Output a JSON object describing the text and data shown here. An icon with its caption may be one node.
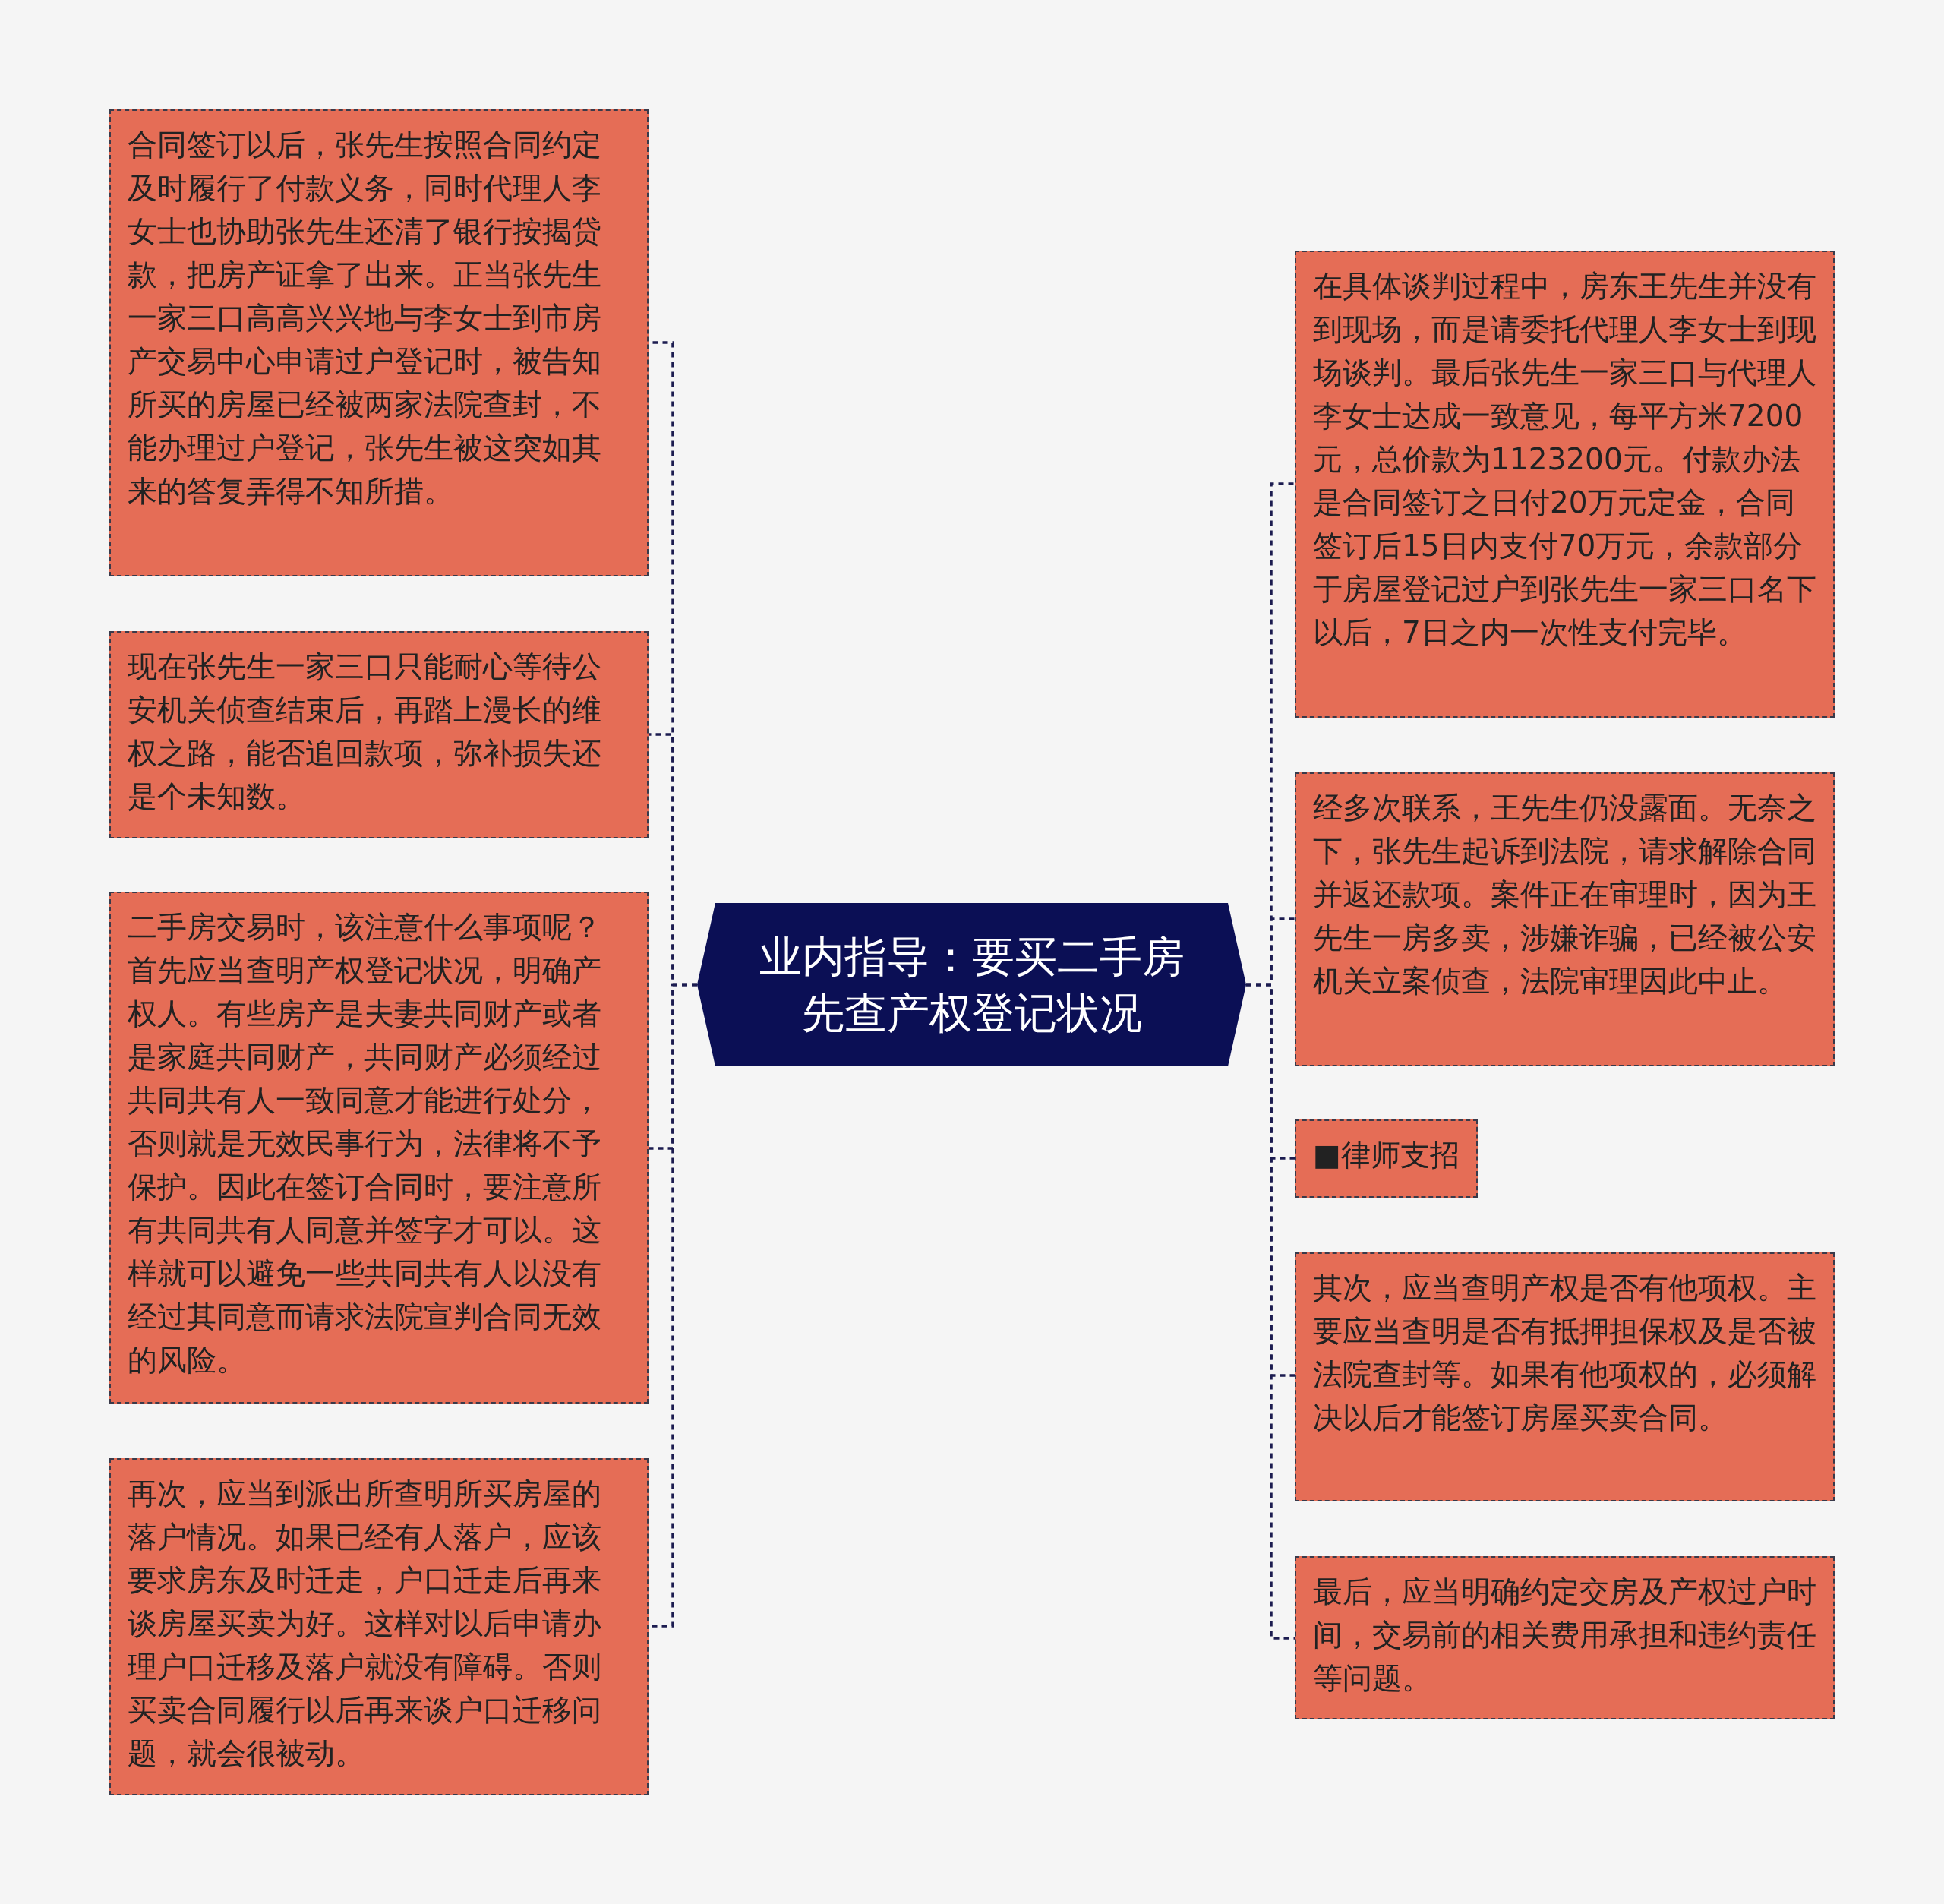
{
  "diagram": {
    "nodes": [
      {
        "text": [
          "业内指导：要买二手房先查产权登记状况"
        ]
      },
      {
        "text": [
          "合同签订以后，张先生按照合同约定及时履行了付款义务，同时代理人李女士也协助张先生还清了银行按揭贷款，把房产证拿了出来。正当张先生一家三口高高兴兴地与李女士到市房产交易中心申请过户登记时，被告知所买的房屋已经被两家法院查封，不能办理过户登记，张先生被这突如其来的答复弄得不知所措。"
        ]
      },
      {
        "text": [
          "现在张先生一家三口只能耐心等待公安机关侦查结束后，再踏上漫长的维权之路，能否追回款项，弥补损失还是个未知数。"
        ]
      },
      {
        "text": [
          "二手房交易时，该注意什么事项呢？首先应当查明产权登记状况，明确产权人。有些房产是夫妻共同财产或者是家庭共同财产，共同财产必须经过共同共有人一致同意才能进行处分，否则就是无效民事行为，法律将不予保护。因此在签订合同时，要注意所有共同共有人同意并签字才可以。这样就可以避免一些共同共有人以没有经过其同意而请求法院宣判合同无效的风险。"
        ]
      },
      {
        "text": [
          "再次，应当到派出所查明所买房屋的落户情况。如果已经有人落户，应该要求房东及时迁走，户口迁走后再来谈房屋买卖为好。这样对以后申请办理户口迁移及落户就没有障碍。否则买卖合同履行以后再来谈户口迁移问题，就会很被动。"
        ]
      },
      {
        "text": [
          "在具体谈判过程中，房东王先生并没有到现场，而是请委托代理人李女士到现场谈判。最后张先生一家三口与代理人李女士达成一致意见，每平方米7200元，总价款为1123200元。付款办法是合同签订之日付20万元定金，合同签订后15日内支付70万元，余款部分于房屋登记过户到张先生一家三口名下以后，7日之内一次性支付完毕。"
        ]
      },
      {
        "text": [
          "经多次联系，王先生仍没露面。无奈之下，张先生起诉到法院，请求解除合同并返还款项。案件正在审理时，因为王先生一房多卖，涉嫌诈骗，已经被公安机关立案侦查，法院审理因此中止。"
        ]
      },
      {
        "text": [
          "■律师支招"
        ]
      },
      {
        "text": [
          "其次，应当查明产权是否有他项权。主要应当查明是否有抵押担保权及是否被法院查封等。如果有他项权的，必须解决以后才能签订房屋买卖合同。"
        ]
      },
      {
        "text": [
          "最后，应当明确约定交房及产权过户时间，交易前的相关费用承担和违约责任等问题。"
        ]
      }
    ],
    "edges": [
      {
        "from": 0,
        "to": 1,
        "arrow": "none",
        "style": "dashed"
      },
      {
        "from": 0,
        "to": 2,
        "arrow": "none",
        "style": "dashed"
      },
      {
        "from": 0,
        "to": 3,
        "arrow": "none",
        "style": "dashed"
      },
      {
        "from": 0,
        "to": 4,
        "arrow": "none",
        "style": "dashed"
      },
      {
        "from": 0,
        "to": 5,
        "arrow": "none",
        "style": "dashed"
      },
      {
        "from": 0,
        "to": 6,
        "arrow": "none",
        "style": "dashed"
      },
      {
        "from": 0,
        "to": 7,
        "arrow": "none",
        "style": "dashed"
      },
      {
        "from": 0,
        "to": 8,
        "arrow": "none",
        "style": "dashed"
      },
      {
        "from": 0,
        "to": 9,
        "arrow": "none",
        "style": "dashed"
      }
    ]
  }
}
